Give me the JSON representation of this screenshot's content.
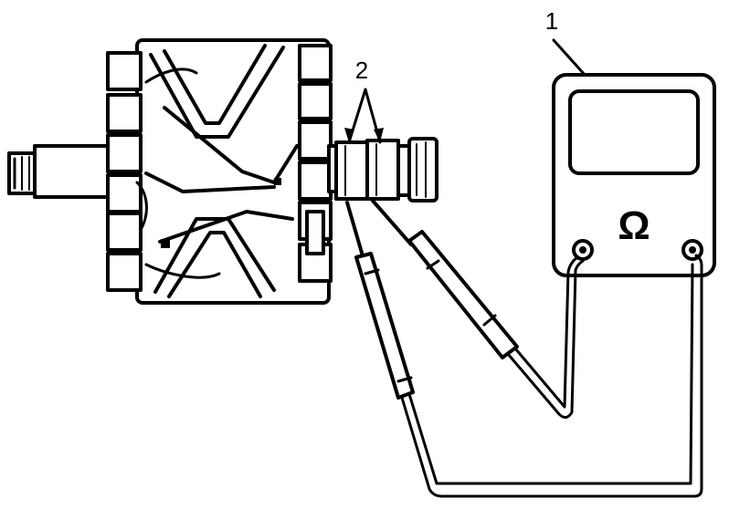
{
  "callouts": {
    "meter": "1",
    "slip_rings": "2"
  },
  "meter": {
    "unit_symbol": "Ω"
  },
  "colors": {
    "ink": "#000000",
    "paper": "#ffffff"
  }
}
